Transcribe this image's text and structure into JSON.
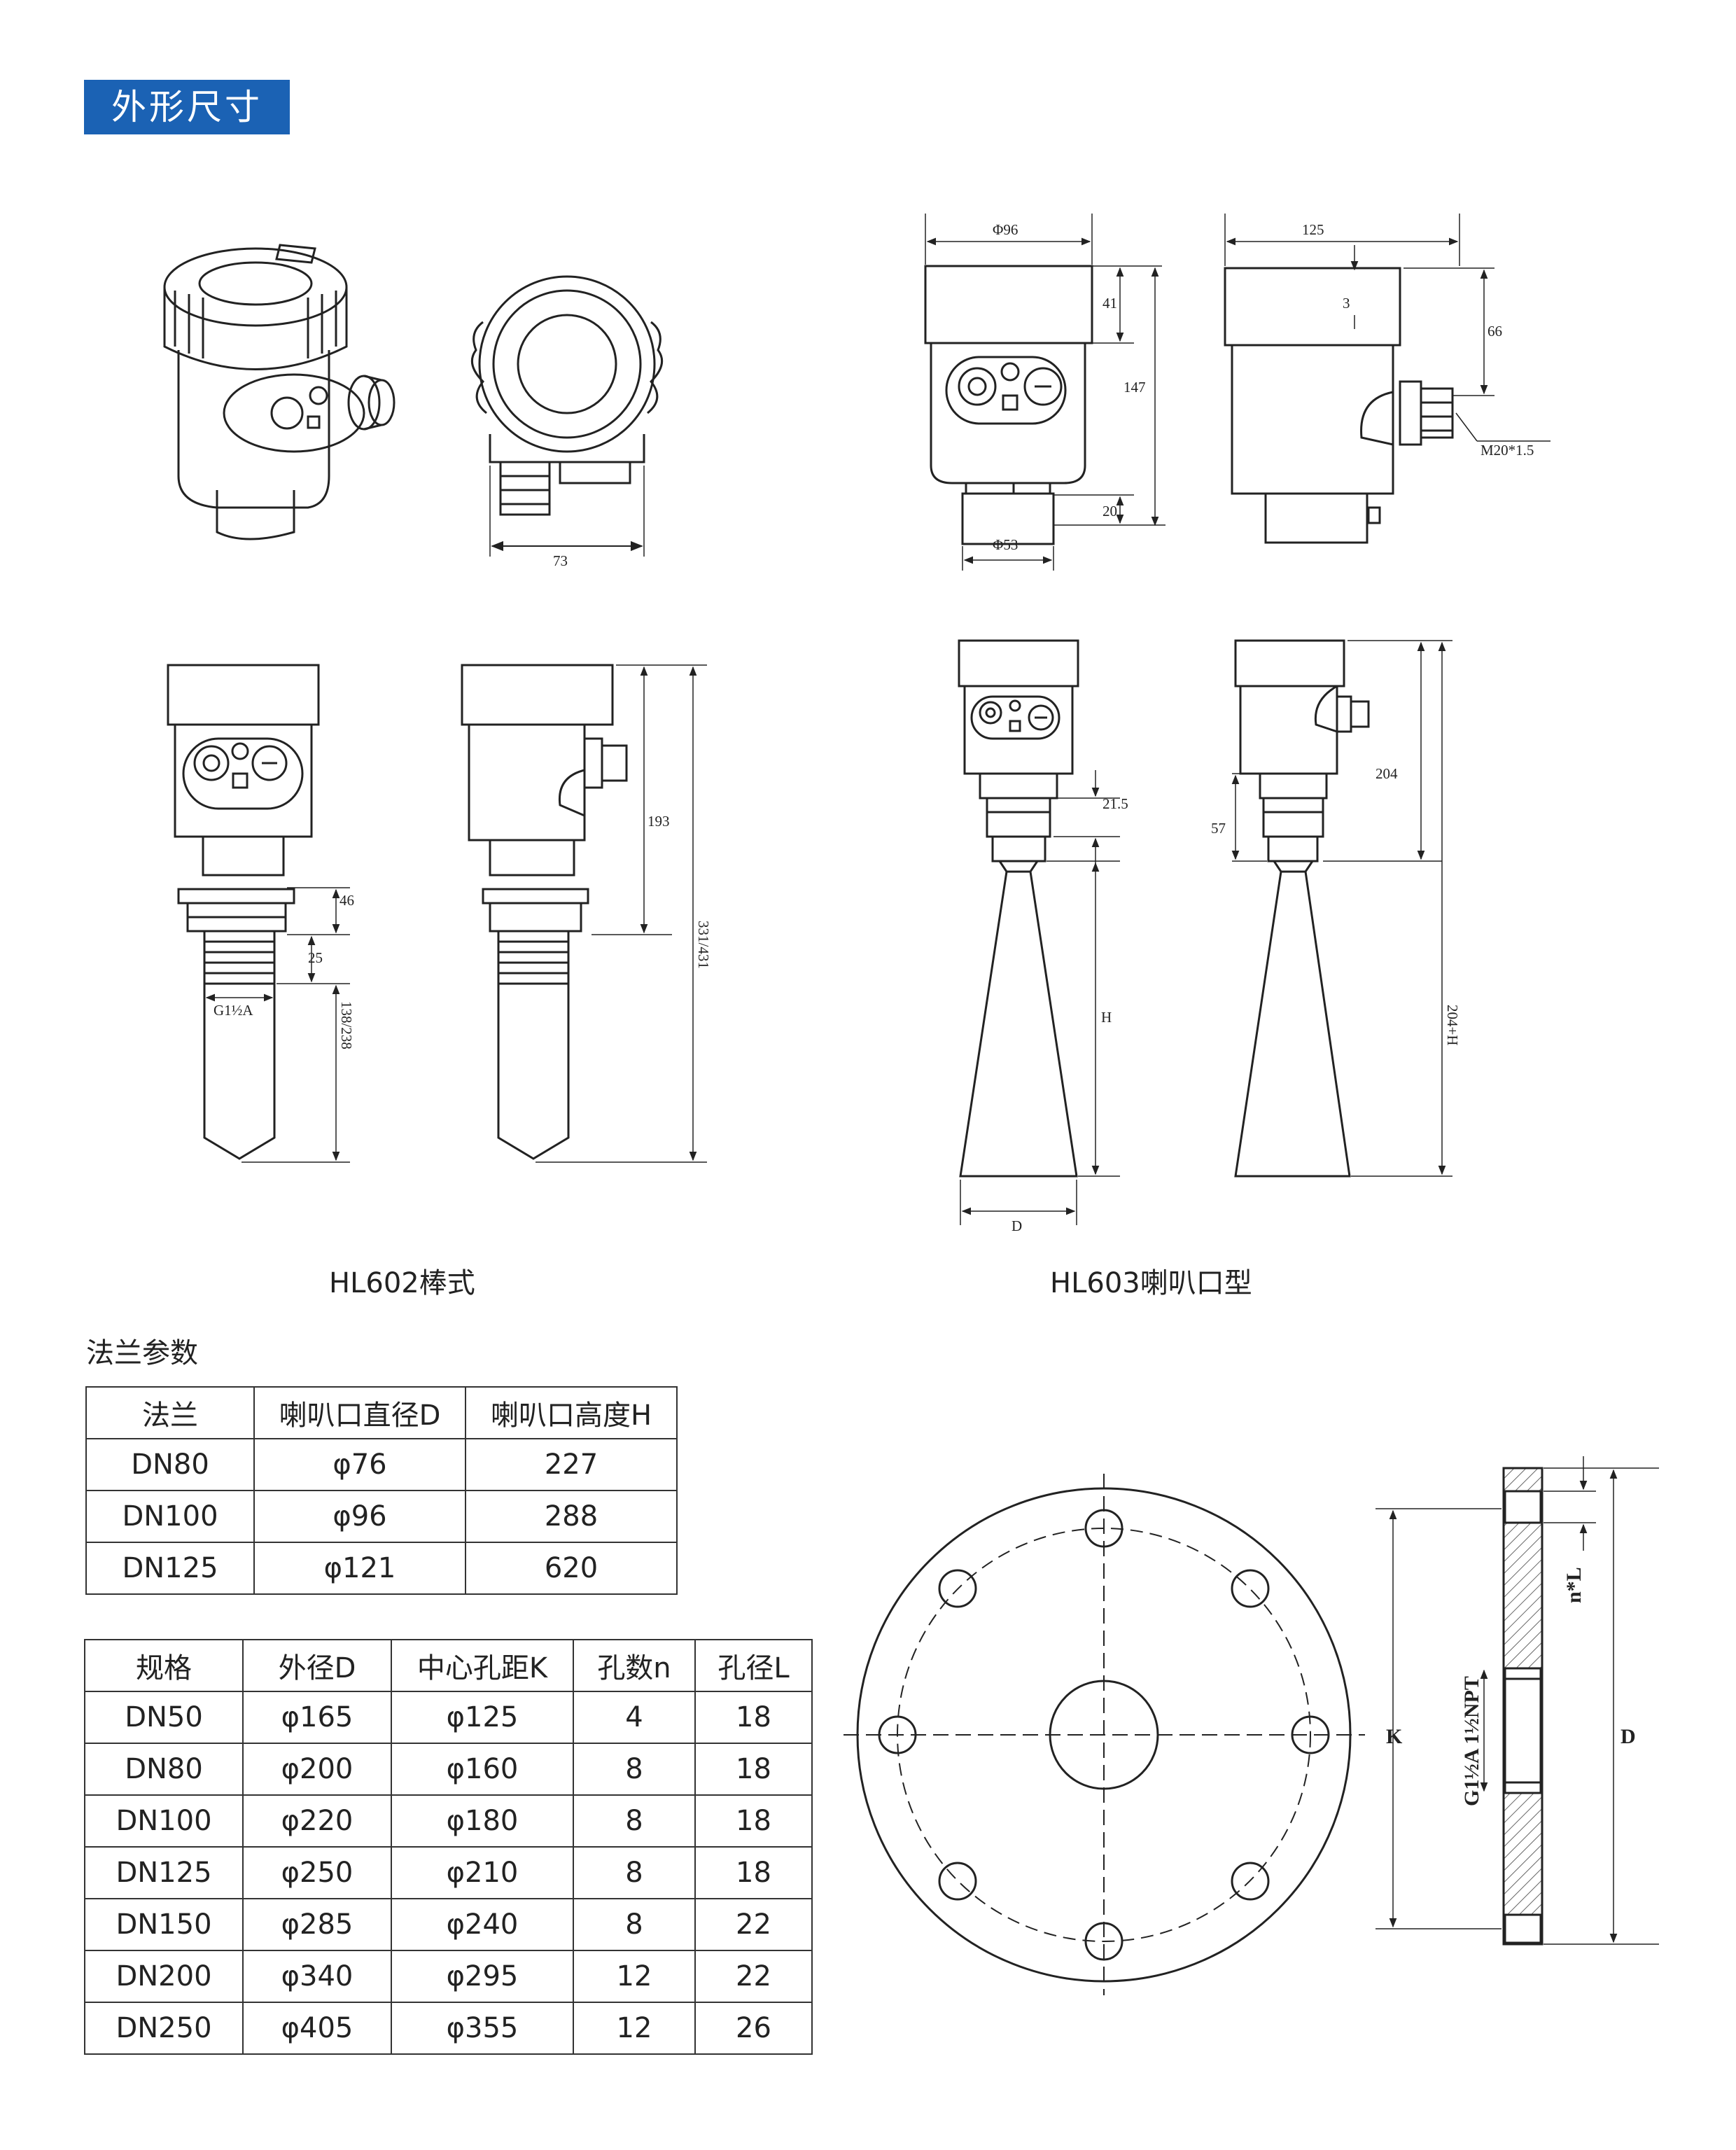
{
  "header": {
    "title": "外形尺寸"
  },
  "captions": {
    "hl602": "HL602棒式",
    "hl603": "HL603喇叭口型"
  },
  "dims": {
    "front_width": "73",
    "head_dia": "Φ96",
    "head_depth": "125",
    "cap_h": "41",
    "body_h": "147",
    "neck_h": "20",
    "neck_dia": "Φ53",
    "wall": "3",
    "gland_h": "66",
    "thread": "M20*1.5",
    "rod_head": "193",
    "rod_total": "331/431",
    "rod_nut": "46",
    "rod_thread_len": "25",
    "rod_thread": "G1½A",
    "rod_len": "138/238",
    "horn_neck": "21.5",
    "horn_H": "H",
    "horn_D": "D",
    "horn_head": "204",
    "horn_neck2": "57",
    "horn_total": "204+H",
    "flange_nL": "n*L",
    "flange_K": "K",
    "flange_D": "D",
    "flange_thread": "G1½A  1½NPT"
  },
  "horn_table": {
    "title": "法兰参数",
    "headers": [
      "法兰",
      "喇叭口直径D",
      "喇叭口高度H"
    ],
    "rows": [
      [
        "DN80",
        "φ76",
        "227"
      ],
      [
        "DN100",
        "φ96",
        "288"
      ],
      [
        "DN125",
        "φ121",
        "620"
      ]
    ]
  },
  "flange_table": {
    "headers": [
      "规格",
      "外径D",
      "中心孔距K",
      "孔数n",
      "孔径L"
    ],
    "rows": [
      [
        "DN50",
        "φ165",
        "φ125",
        "4",
        "18"
      ],
      [
        "DN80",
        "φ200",
        "φ160",
        "8",
        "18"
      ],
      [
        "DN100",
        "φ220",
        "φ180",
        "8",
        "18"
      ],
      [
        "DN125",
        "φ250",
        "φ210",
        "8",
        "18"
      ],
      [
        "DN150",
        "φ285",
        "φ240",
        "8",
        "22"
      ],
      [
        "DN200",
        "φ340",
        "φ295",
        "12",
        "22"
      ],
      [
        "DN250",
        "φ405",
        "φ355",
        "12",
        "26"
      ]
    ]
  }
}
